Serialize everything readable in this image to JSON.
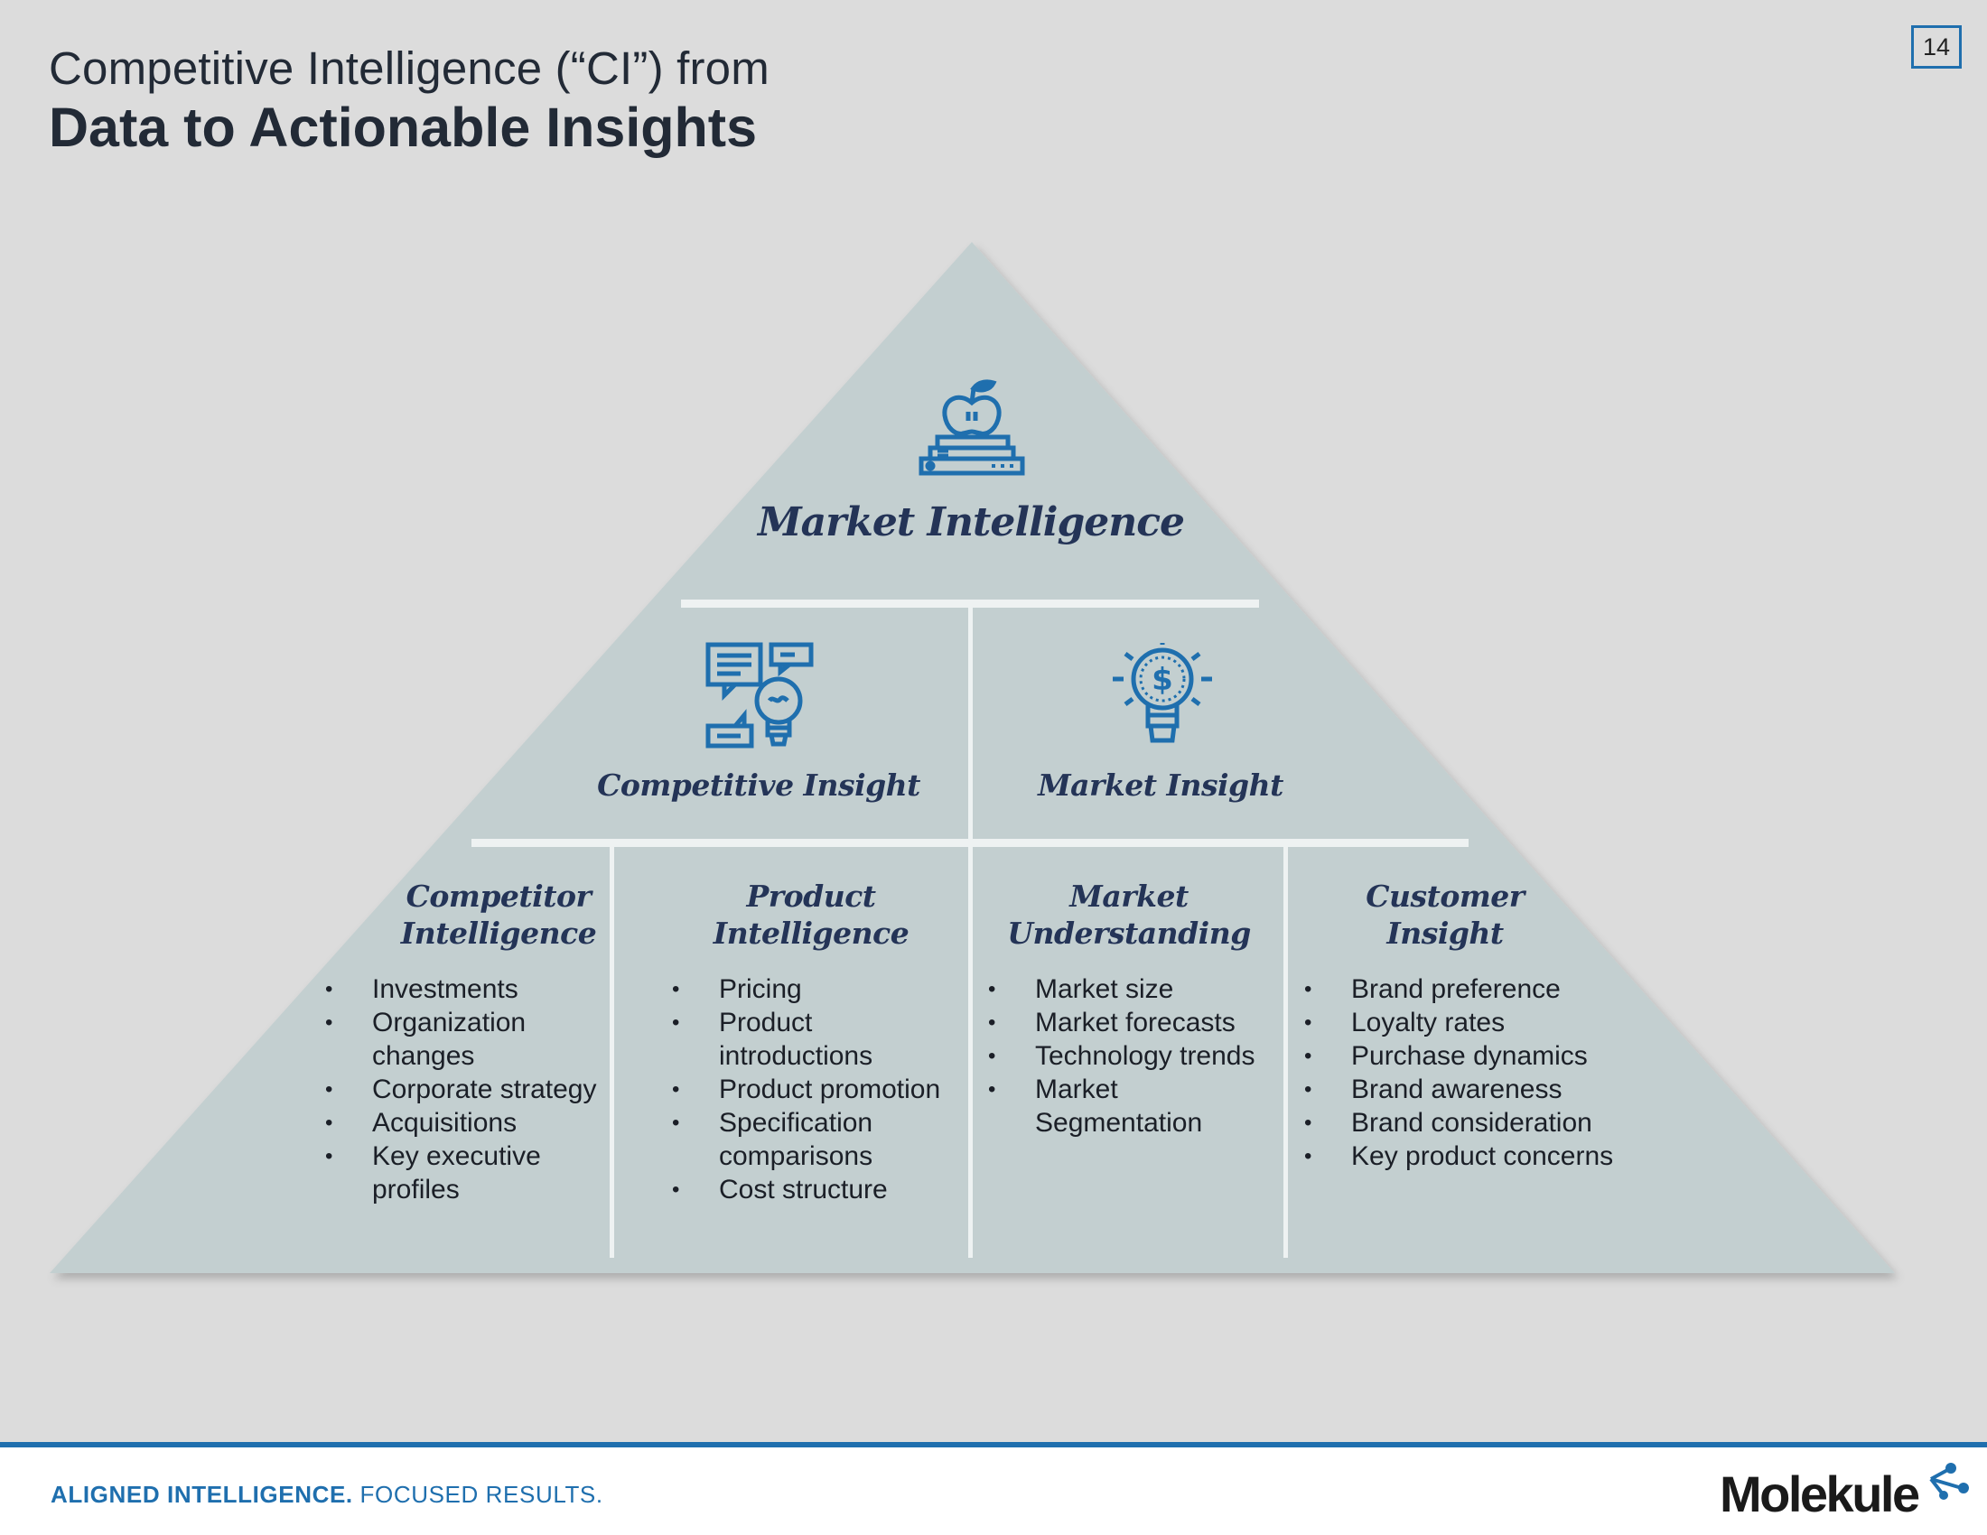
{
  "header": {
    "title_line1": "Competitive Intelligence (“CI”) from",
    "title_line2": "Data to Actionable Insights",
    "page_number": "14"
  },
  "pyramid": {
    "top": {
      "label": "Market Intelligence",
      "icon": "apple-books-icon"
    },
    "middle": [
      {
        "label": "Competitive Insight",
        "icon": "chat-lightbulb-icon"
      },
      {
        "label": "Market Insight",
        "icon": "dollar-lightbulb-icon"
      }
    ],
    "bottom": [
      {
        "label": "Competitor Intelligence",
        "items": [
          "Investments",
          "Organization changes",
          "Corporate strategy",
          "Acquisitions",
          "Key executive profiles"
        ]
      },
      {
        "label": "Product Intelligence",
        "items": [
          "Pricing",
          "Product introductions",
          "Product promotion",
          "Specification comparisons",
          "Cost structure"
        ]
      },
      {
        "label": "Market Understanding",
        "items": [
          "Market size",
          "Market forecasts",
          "Technology trends",
          "Market Segmentation"
        ]
      },
      {
        "label": "Customer Insight",
        "items": [
          "Brand preference",
          "Loyalty rates",
          "Purchase dynamics",
          "Brand awareness",
          "Brand consideration",
          "Key product concerns"
        ]
      }
    ],
    "colors": {
      "fill": "#c3cfd0",
      "divider": "#eef2f2",
      "icon": "#1f6fae",
      "label": "#243457"
    }
  },
  "footer": {
    "tagline_bold": "ALIGNED INTELLIGENCE.",
    "tagline_rest": " FOCUSED RESULTS.",
    "logo_text": "Molekule",
    "accent": "#1f6fae"
  }
}
